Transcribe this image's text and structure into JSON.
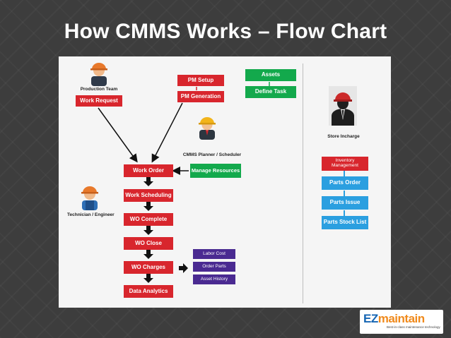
{
  "title": "How CMMS Works – Flow Chart",
  "roles": {
    "production_team": "Production Team",
    "planner": "CMMS Planner / Scheduler",
    "technician": "Technician / Engineer",
    "store": "Store Incharge"
  },
  "boxes": {
    "work_request": "Work Request",
    "pm_setup": "PM Setup",
    "pm_generation": "PM Generation",
    "assets": "Assets",
    "define_task": "Define Task",
    "work_order": "Work Order",
    "manage_resources": "Manage Resources",
    "work_scheduling": "Work Scheduling",
    "wo_complete": "WO Complete",
    "wo_close": "WO Close",
    "wo_charges": "WO Charges",
    "data_analytics": "Data Analytics",
    "labor_cost": "Labor Cost",
    "order_parts": "Order Parts",
    "asset_history": "Asset History",
    "inventory_management": "Inventory Management",
    "parts_order": "Parts Order",
    "parts_issue": "Parts Issue",
    "parts_stock_list": "Parts Stock List"
  },
  "logo": {
    "brand_ez": "EZ",
    "brand_rest": "maintain",
    "tagline": "Best-in-class maintenance technology"
  },
  "colors": {
    "primary_red": "#d8262d",
    "green": "#13a94c",
    "blue": "#2b9fe0",
    "purple": "#4a2a91",
    "helmet_orange": "#e8792b",
    "helmet_red": "#cc2a2a"
  },
  "icons": [
    "production-worker-icon",
    "planner-icon",
    "technician-icon",
    "store-incharge-icon"
  ]
}
